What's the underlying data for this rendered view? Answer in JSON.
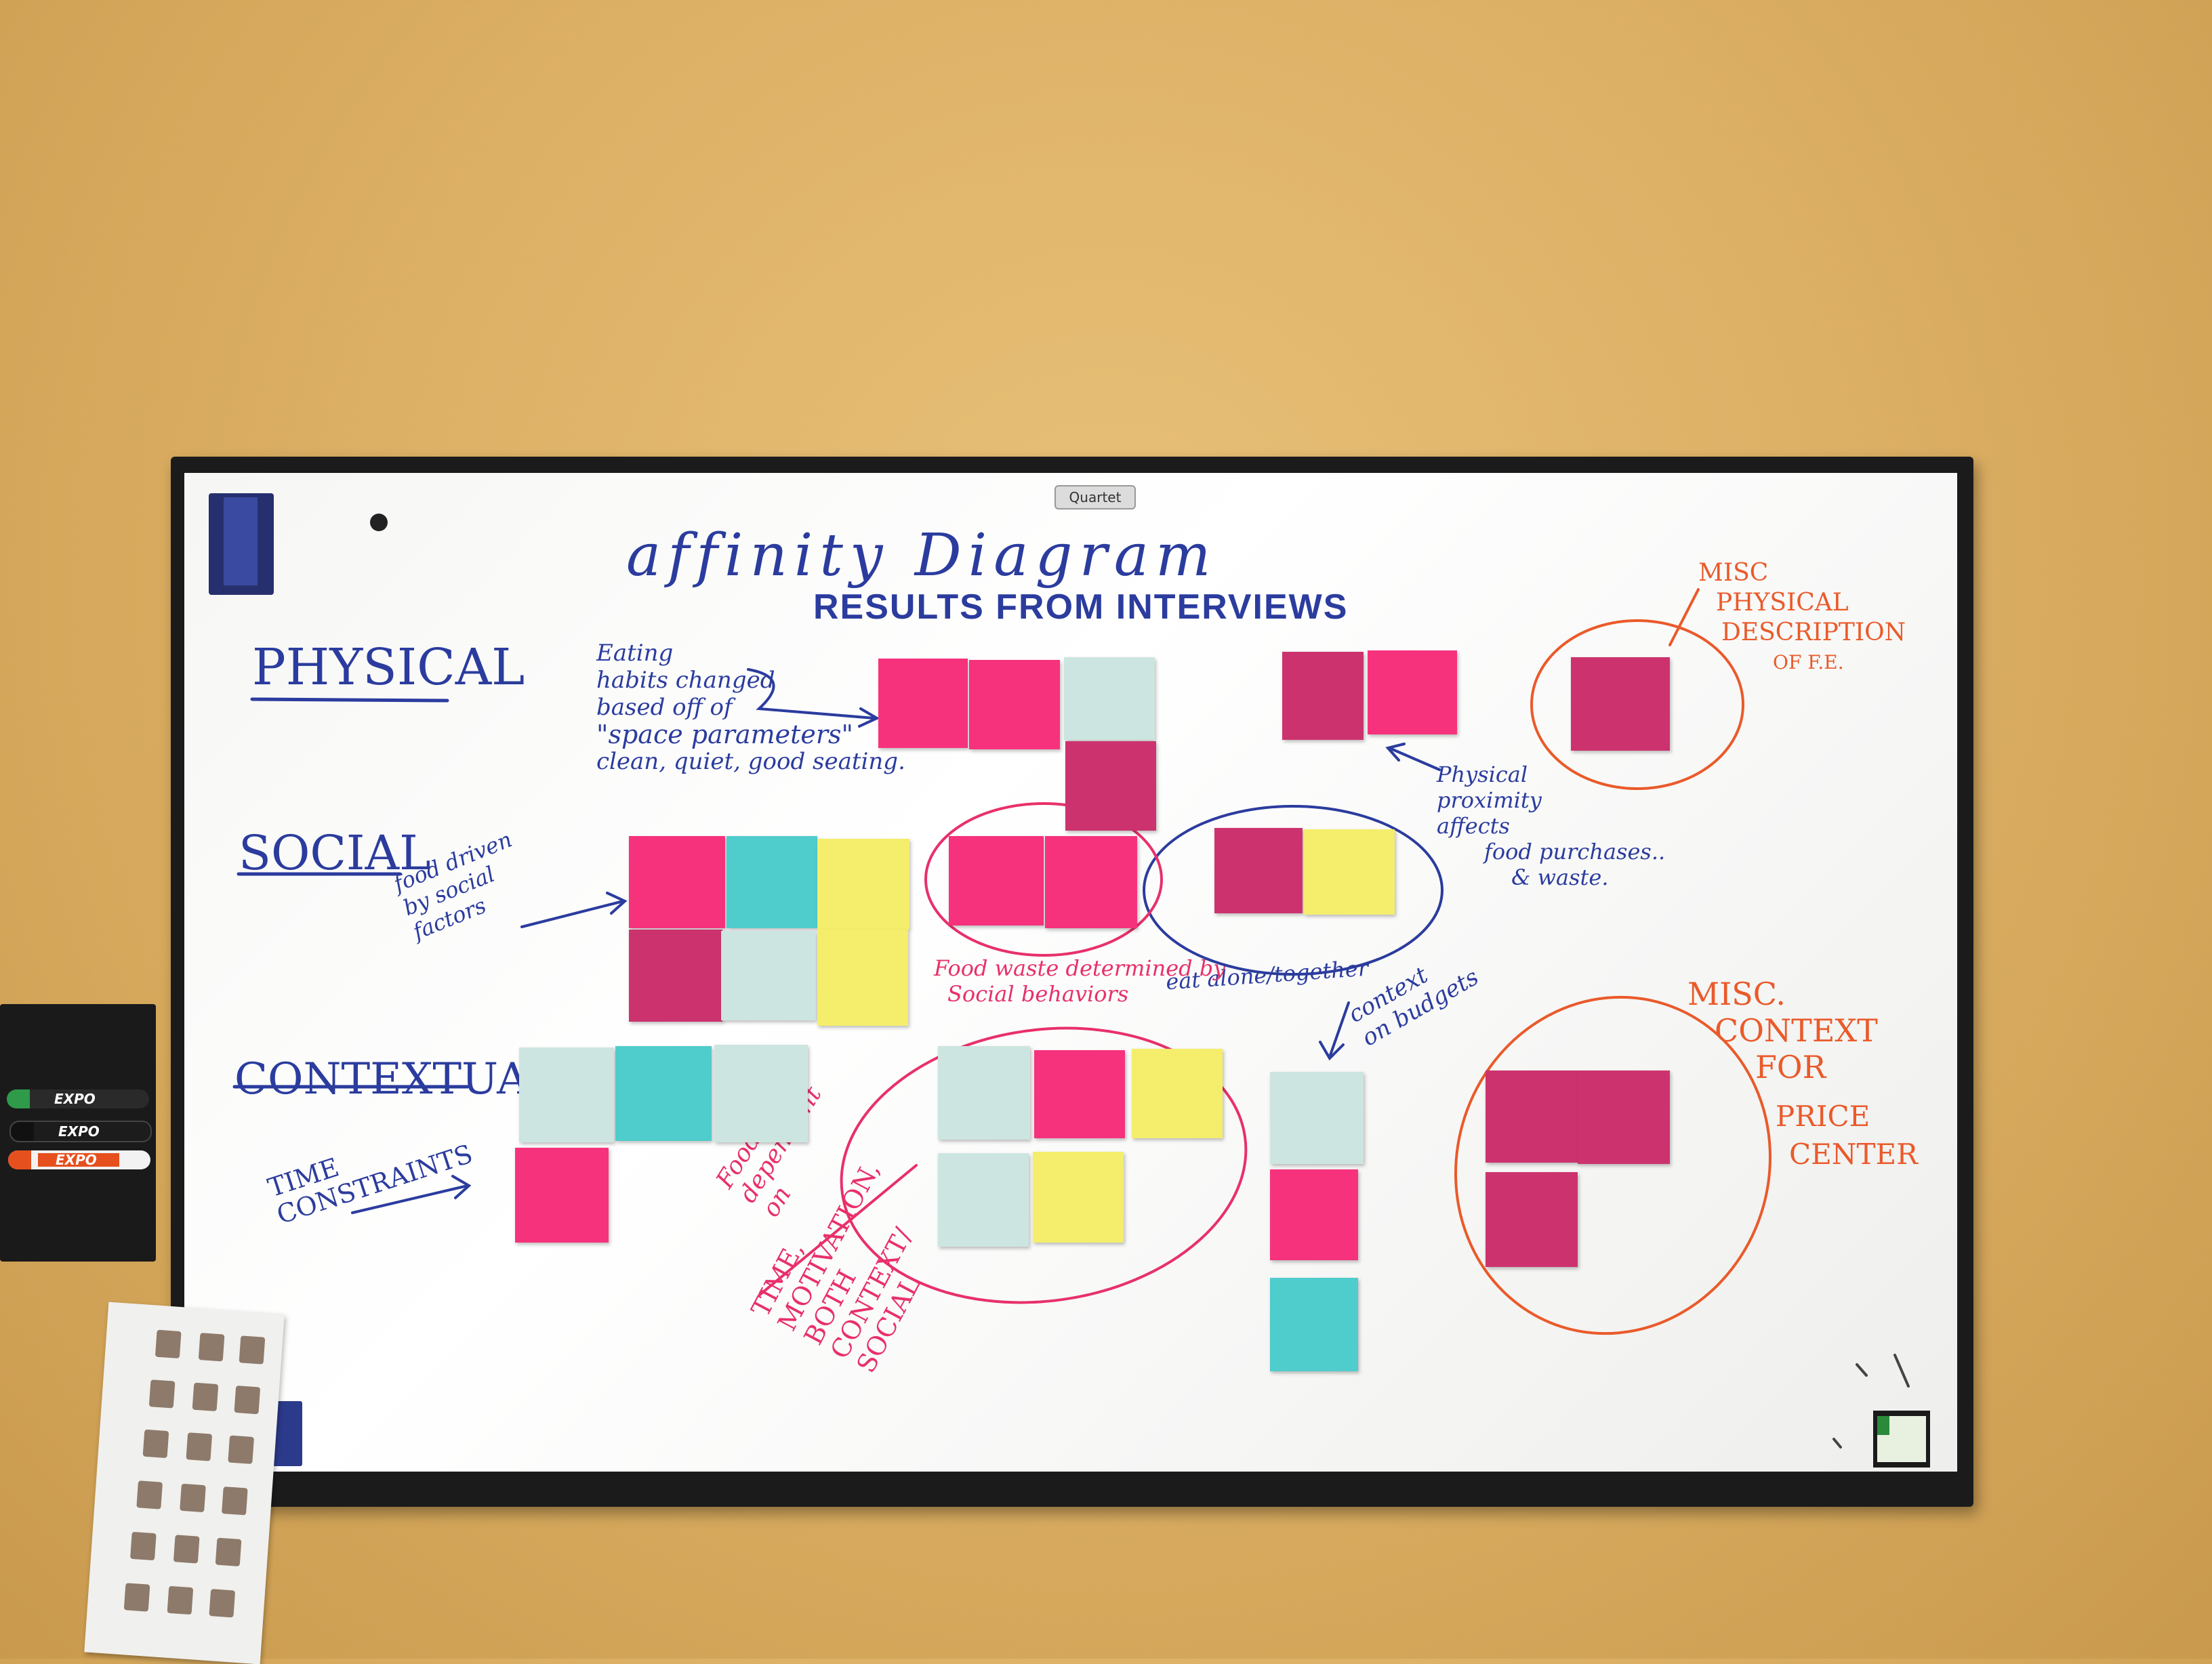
{
  "board": {
    "brand": "Quartet",
    "title": "affinity Diagram",
    "subtitle": "RESULTS FROM INTERVIEWS"
  },
  "rows": {
    "physical": "PHYSICAL",
    "social": "SOCIAL",
    "contextual": "CONTEXTUAL"
  },
  "annotations": {
    "eating_habits": [
      "Eating",
      "habits changed",
      "based off of",
      "\"space parameters\"",
      "clean, quiet, good seating."
    ],
    "food_driven": [
      "food driven",
      "by social",
      "factors"
    ],
    "time_constraints": [
      "TIME",
      "CONSTRAINTS"
    ],
    "social_waste": [
      "Food waste determined by",
      "Social behaviors"
    ],
    "eat_alone": "eat alone/together",
    "context_budgets": [
      "context",
      "on budgets"
    ],
    "physical_proximity": [
      "Physical",
      "proximity",
      "affects",
      "food purchases..",
      "& waste."
    ],
    "food_waste_dependent": [
      "Food waste",
      "dependent",
      "on"
    ],
    "time_motivation": [
      "TIME,",
      "MOTIVATION,",
      "BOTH",
      "CONTEXT/",
      "SOCIAL"
    ],
    "misc_physical": [
      "MISC",
      "PHYSICAL",
      "DESCRIPTION",
      "OF F.E."
    ],
    "misc_context": [
      "MISC.",
      "CONTEXT",
      "FOR"
    ],
    "price_center": [
      "PRICE",
      "CENTER"
    ]
  },
  "colors": {
    "marker_blue": "#2b3c9e",
    "marker_pink": "#e8306a",
    "marker_orange": "#ea5a2a",
    "note_pink": "#f7327c",
    "note_magenta": "#cc336e",
    "note_yellow": "#f4ee6c",
    "note_teal": "#4fcccc",
    "note_pale_blue": "#cde5e0"
  },
  "markers": [
    "EXPO",
    "EXPO",
    "EXPO"
  ]
}
